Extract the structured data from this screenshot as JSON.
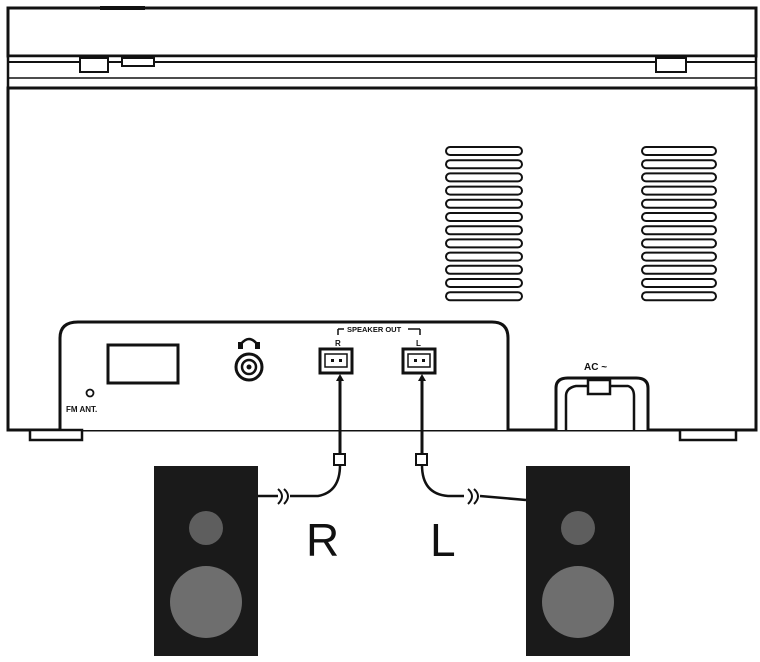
{
  "labels": {
    "speaker_out": "SPEAKER OUT",
    "jack_r": "R",
    "jack_l": "L",
    "fm_ant_symbol": "O",
    "fm_ant": "FM ANT.",
    "ac": "AC ~",
    "speaker_right": "R",
    "speaker_left": "L"
  },
  "colors": {
    "ink": "#111111",
    "speaker_box": "#1a1a1a",
    "woofer": "#6e6e6e",
    "tweeter": "#5e5e5e",
    "vent_fill": "#ffffff"
  },
  "vents": {
    "rows_per_grille": 12
  }
}
